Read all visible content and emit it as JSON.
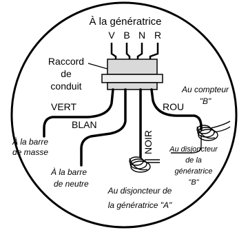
{
  "diagram": {
    "title": "À la génératrice",
    "terminals": [
      "V",
      "B",
      "N",
      "R"
    ],
    "conduit_label": [
      "Raccord",
      "de",
      "conduit"
    ],
    "wires": {
      "green": "VERT",
      "white": "BLAN",
      "black": "NOIR",
      "red": "ROU"
    },
    "destinations": {
      "ground_bar": [
        "À la barre",
        "de masse"
      ],
      "neutral_bar": [
        "À la barre",
        "de neutre"
      ],
      "breaker_a": [
        "Au disjoncteur de",
        "la génératrice \"A\""
      ],
      "meter_b": [
        "Au compteur",
        "\"B\""
      ],
      "breaker_b": [
        "Au disjoncteur",
        "de la",
        "génératrice",
        "\"B\""
      ]
    }
  }
}
